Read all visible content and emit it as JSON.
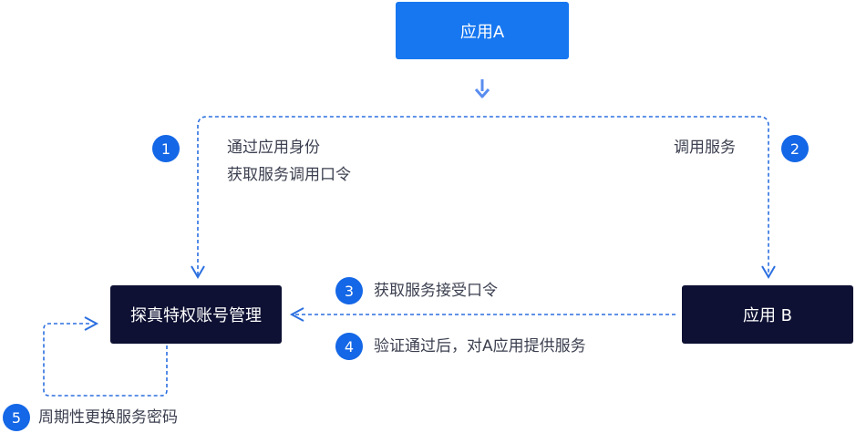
{
  "nodes": {
    "app_a": "应用A",
    "pam": "探真特权账号管理",
    "app_b": "应用 B"
  },
  "steps": [
    {
      "num": "1",
      "lines": [
        "通过应用身份",
        "获取服务调用口令"
      ]
    },
    {
      "num": "2",
      "lines": [
        "调用服务"
      ]
    },
    {
      "num": "3",
      "lines": [
        "获取服务接受口令"
      ]
    },
    {
      "num": "4",
      "lines": [
        "验证通过后，对A应用提供服务"
      ]
    },
    {
      "num": "5",
      "lines": [
        "周期性更换服务密码"
      ]
    }
  ],
  "colors": {
    "primary": "#1677f0",
    "dark_node": "#0e1133",
    "badge": "#1467e6",
    "connector": "#2b6fe0"
  }
}
